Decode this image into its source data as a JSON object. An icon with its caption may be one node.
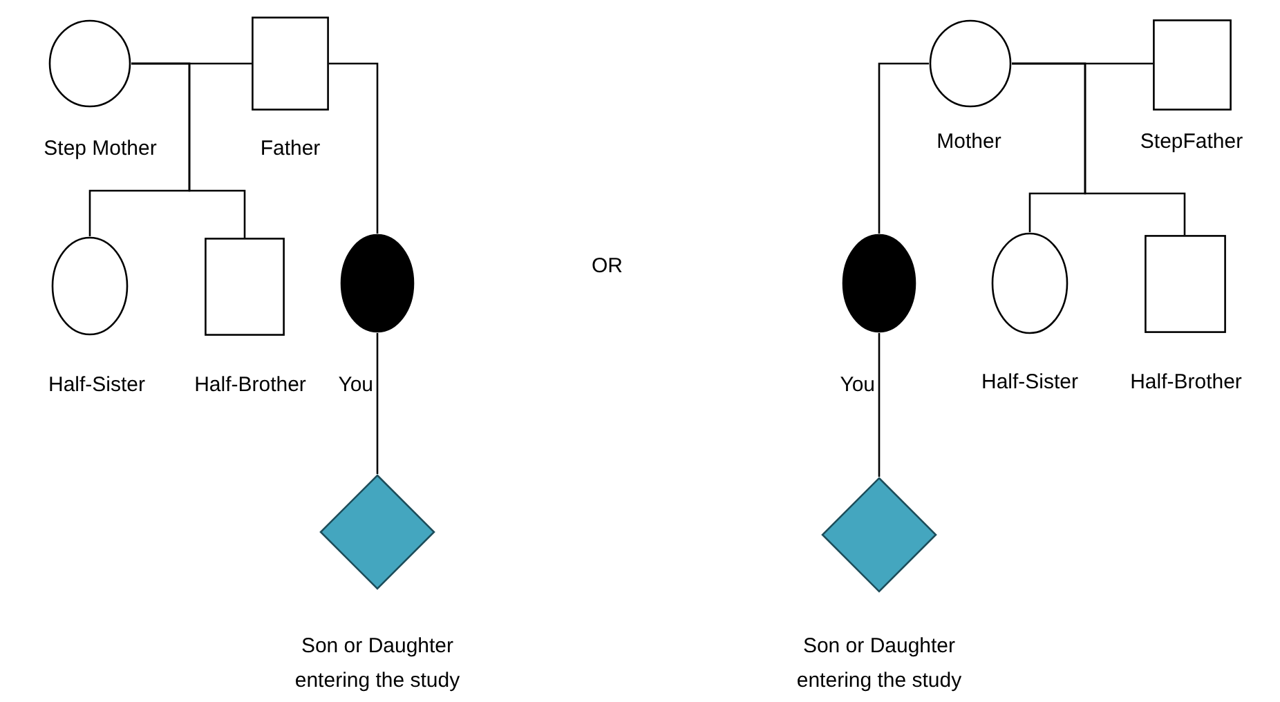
{
  "diagram": {
    "nodes": [
      {
        "text": [],
        "shape": "circle",
        "beside": [
          "Step Mother"
        ]
      },
      {
        "text": [],
        "shape": "box",
        "beside": [
          "Father"
        ]
      },
      {
        "text": [],
        "shape": "circle",
        "beside": [
          "Half-Sister"
        ]
      },
      {
        "text": [],
        "shape": "box",
        "beside": [
          "Half-Brother"
        ]
      },
      {
        "text": [],
        "shape": "disc",
        "beside": [
          "You"
        ]
      },
      {
        "text": [],
        "shape": "diamond",
        "beside": [
          "Son or Daughter entering the study"
        ]
      },
      {
        "text": [],
        "shape": "circle",
        "beside": [
          "Mother"
        ]
      },
      {
        "text": [],
        "shape": "box",
        "beside": [
          "StepFather"
        ]
      },
      {
        "text": [],
        "shape": "disc",
        "beside": [
          "You"
        ]
      },
      {
        "text": [],
        "shape": "circle",
        "beside": [
          "Half-Sister"
        ]
      },
      {
        "text": [],
        "shape": "box",
        "beside": [
          "Half-Brother"
        ]
      },
      {
        "text": [],
        "shape": "diamond",
        "beside": [
          "Son or Daughter entering the study"
        ]
      }
    ],
    "edges": [
      {
        "from": 0,
        "to": 1,
        "arrow": "none"
      },
      {
        "from": 0,
        "to": 2,
        "arrow": "none"
      },
      {
        "from": 0,
        "to": 3,
        "arrow": "none"
      },
      {
        "from": 1,
        "to": 4,
        "arrow": "none"
      },
      {
        "from": 4,
        "to": 5,
        "arrow": "none"
      },
      {
        "from": 6,
        "to": 7,
        "arrow": "none"
      },
      {
        "from": 6,
        "to": 9,
        "arrow": "none"
      },
      {
        "from": 6,
        "to": 10,
        "arrow": "none"
      },
      {
        "from": 6,
        "to": 8,
        "arrow": "none"
      },
      {
        "from": 8,
        "to": 11,
        "arrow": "none"
      }
    ],
    "labels": [
      "OR"
    ]
  }
}
